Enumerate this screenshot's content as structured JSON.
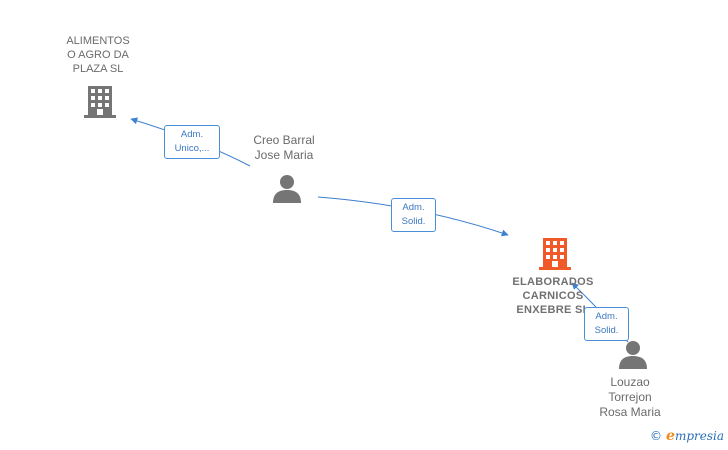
{
  "nodes": {
    "alimentos": {
      "label": "ALIMENTOS\nO AGRO DA\nPLAZA  SL",
      "color": "#757575",
      "icon": "building-icon"
    },
    "creo": {
      "label": "Creo Barral\nJose Maria",
      "color": "#757575",
      "icon": "person-icon"
    },
    "elaborados": {
      "label": "ELABORADOS\nCARNICOS\nENXEBRE  SL",
      "color": "#f05a28",
      "icon": "building-icon"
    },
    "louzao": {
      "label": "Louzao\nTorrejon\nRosa Maria",
      "color": "#757575",
      "icon": "person-icon"
    }
  },
  "edges": [
    {
      "from": "creo",
      "to": "alimentos",
      "label": "Adm.\nUnico,..."
    },
    {
      "from": "creo",
      "to": "elaborados",
      "label": "Adm.\nSolid."
    },
    {
      "from": "louzao",
      "to": "elaborados",
      "label": "Adm.\nSolid."
    }
  ],
  "colors": {
    "edge": "#3d7fd0"
  },
  "brand": {
    "copyright": "©",
    "initial": "e",
    "rest": "mpresia"
  }
}
